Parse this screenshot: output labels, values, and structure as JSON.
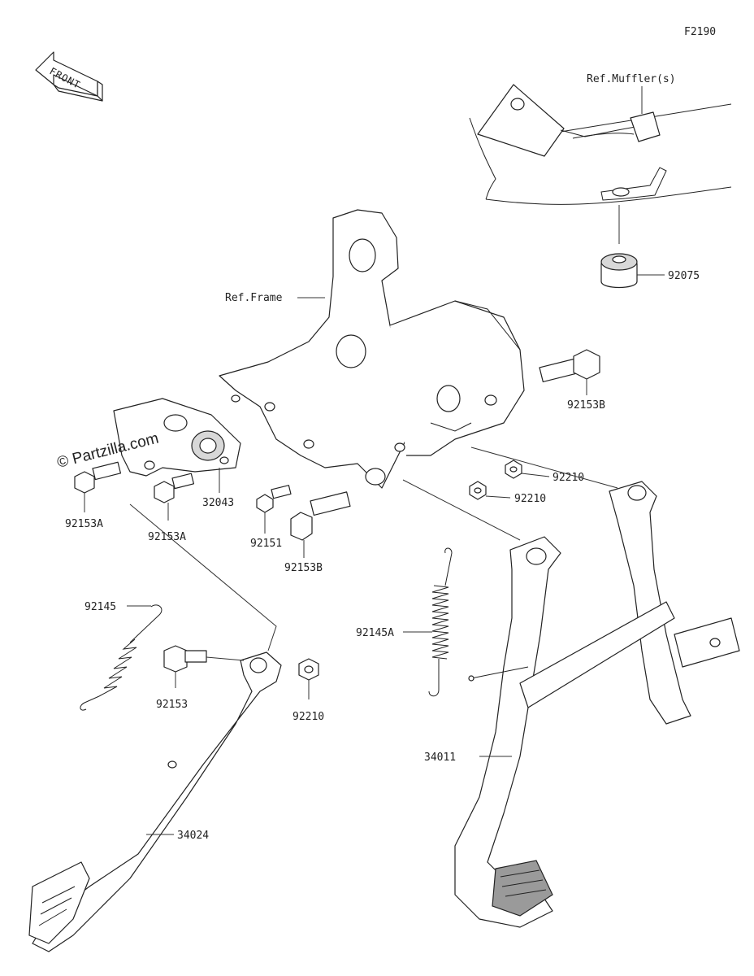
{
  "diagram_code": "F2190",
  "watermark": "© Partzilla.com",
  "front_arrow": {
    "label": "FRONT",
    "icon": "front-direction-arrow-icon"
  },
  "labels": {
    "ref_muffler": "Ref.Muffler(s)",
    "ref_frame": "Ref.Frame",
    "p92075": "92075",
    "p92153b_top": "92153B",
    "p92210_a": "92210",
    "p92210_b": "92210",
    "p32043": "32043",
    "p92153a_left": "92153A",
    "p92153a_mid": "92153A",
    "p92151": "92151",
    "p92153b_bottom": "92153B",
    "p92145": "92145",
    "p92153": "92153",
    "p92210_c": "92210",
    "p92145a": "92145A",
    "p34011": "34011",
    "p34024": "34024"
  }
}
